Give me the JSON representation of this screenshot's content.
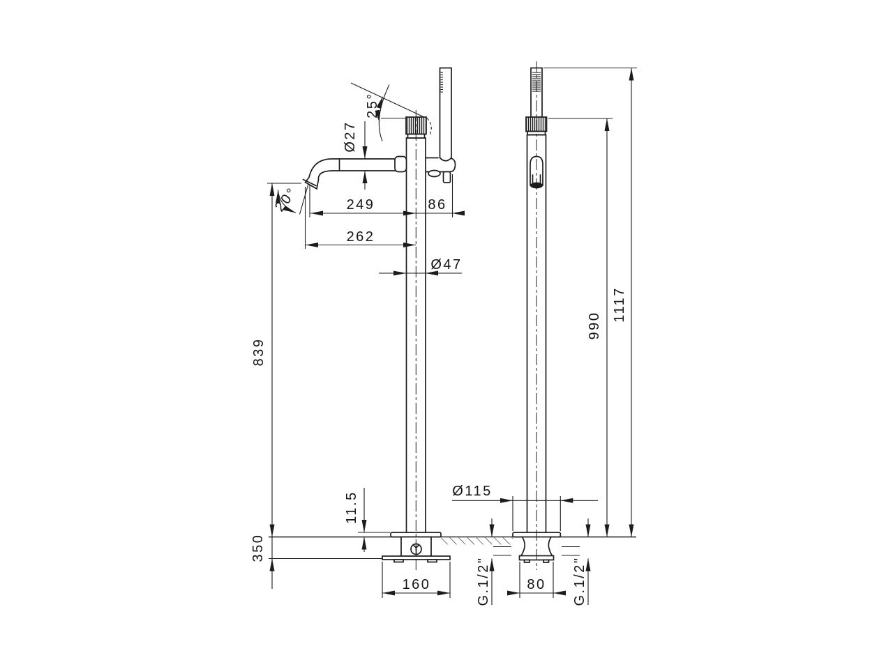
{
  "drawing": {
    "type": "technical-dimension-drawing",
    "subject": "freestanding floor-mounted bath mixer with hand shower, front and side views",
    "colors": {
      "line": "#1c1c1c",
      "background": "#ffffff"
    },
    "labels": {
      "handle_angle": "25°",
      "spout_diameter": "Ø27",
      "spout_reach": "249",
      "holder_offset": "86",
      "spout_reach_outer": "262",
      "column_diameter": "Ø47",
      "spout_height": "839",
      "spout_angle": "20°",
      "plate_thickness": "11.5",
      "below_floor_depth": "350",
      "base_width": "160",
      "base_plate_diameter": "Ø115",
      "inlet_width": "80",
      "inlet_thread_left": "G.1/2\"",
      "inlet_thread_right": "G.1/2\"",
      "height_to_handle": "990",
      "overall_height": "1117"
    }
  }
}
